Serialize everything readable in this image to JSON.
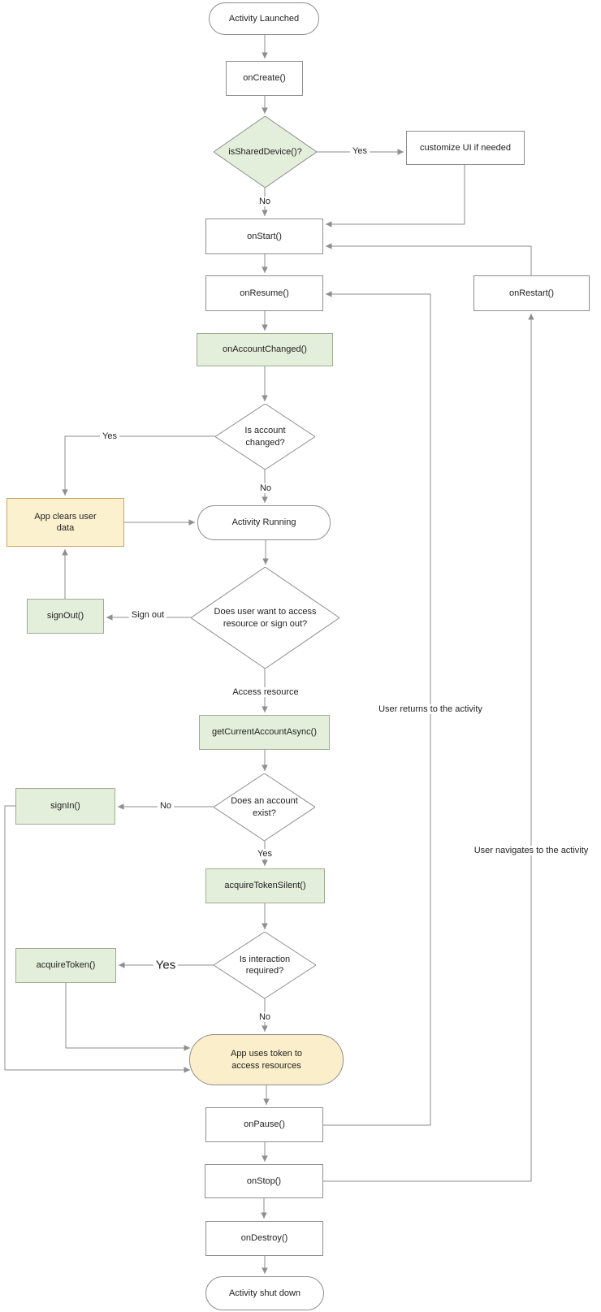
{
  "diagram": {
    "nodes": {
      "activity_launched": "Activity Launched",
      "on_create": "onCreate()",
      "is_shared_device": "isSharedDevice()?",
      "customize_ui": "customize UI if needed",
      "on_start": "onStart()",
      "on_resume": "onResume()",
      "on_restart": "onRestart()",
      "on_account_changed": "onAccountChanged()",
      "is_account_changed": "Is account changed?",
      "app_clears_user_data": "App clears user data",
      "activity_running": "Activity Running",
      "sign_out_fn": "signOut()",
      "does_user_want": "Does user want to access resource or sign out?",
      "get_current_account_async": "getCurrentAccountAsync()",
      "sign_in_fn": "signIn()",
      "does_account_exist": "Does an account exist?",
      "acquire_token_silent": "acquireTokenSilent()",
      "acquire_token": "acquireToken()",
      "is_interaction_required": "Is interaction required?",
      "app_uses_token": "App uses token to access resources",
      "on_pause": "onPause()",
      "on_stop": "onStop()",
      "on_destroy": "onDestroy()",
      "activity_shut_down": "Activity shut down"
    },
    "edge_labels": {
      "shared_yes": "Yes",
      "shared_no": "No",
      "account_changed_yes": "Yes",
      "account_changed_no": "No",
      "sign_out": "Sign out",
      "access_resource": "Access resource",
      "account_exist_no": "No",
      "account_exist_yes": "Yes",
      "interaction_yes": "Yes",
      "interaction_no": "No",
      "user_returns": "User returns to the activity",
      "user_navigates": "User navigates to the activity"
    },
    "colors": {
      "green_fill": "#e4efdb",
      "green_border": "#9fac90",
      "yellow_fill": "#fcf1ce",
      "yellow_border": "#c9a75f",
      "orange_fill": "#fbeeca",
      "gray_border": "#8e8e8e",
      "line": "#8e8e8e"
    }
  }
}
